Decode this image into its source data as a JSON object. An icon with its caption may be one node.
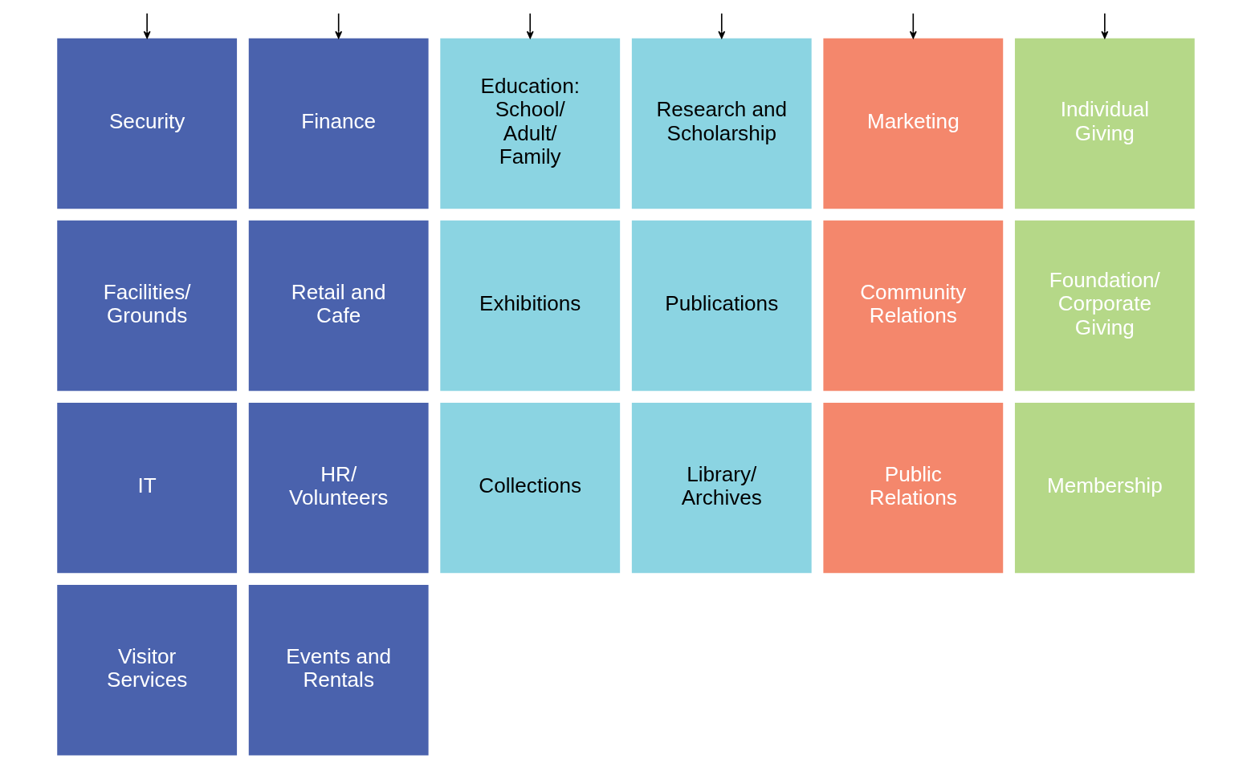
{
  "diagram": {
    "nodes": [
      {
        "text": [
          "Security"
        ]
      },
      {
        "text": [
          "Finance"
        ]
      },
      {
        "text": [
          "Facilities/ Grounds"
        ]
      },
      {
        "text": [
          "Retail and Cafe"
        ]
      },
      {
        "text": [
          "IT"
        ]
      },
      {
        "text": [
          "HR/ Volunteers"
        ]
      },
      {
        "text": [
          "Visitor Services"
        ]
      },
      {
        "text": [
          "Events and Rentals"
        ]
      },
      {
        "text": [
          "Education: School/ Adult/ Family"
        ]
      },
      {
        "text": [
          "Research and Scholarship"
        ]
      },
      {
        "text": [
          "Exhibitions"
        ]
      },
      {
        "text": [
          "Publications"
        ]
      },
      {
        "text": [
          "Collections"
        ]
      },
      {
        "text": [
          "Library/ Archives"
        ]
      },
      {
        "text": [
          "Marketing"
        ]
      },
      {
        "text": [
          "Community Relations"
        ]
      },
      {
        "text": [
          "Public Relations"
        ]
      },
      {
        "text": [
          "Individual Giving"
        ]
      },
      {
        "text": [
          "Foundation/ Corporate Giving"
        ]
      },
      {
        "text": [
          "Membership"
        ]
      }
    ],
    "edges": [
      {
        "from": null,
        "to": 0,
        "arrow": "to"
      },
      {
        "from": null,
        "to": 1,
        "arrow": "to"
      },
      {
        "from": null,
        "to": 8,
        "arrow": "to"
      },
      {
        "from": null,
        "to": 9,
        "arrow": "to"
      },
      {
        "from": null,
        "to": 14,
        "arrow": "to"
      },
      {
        "from": null,
        "to": 17,
        "arrow": "to"
      }
    ]
  }
}
